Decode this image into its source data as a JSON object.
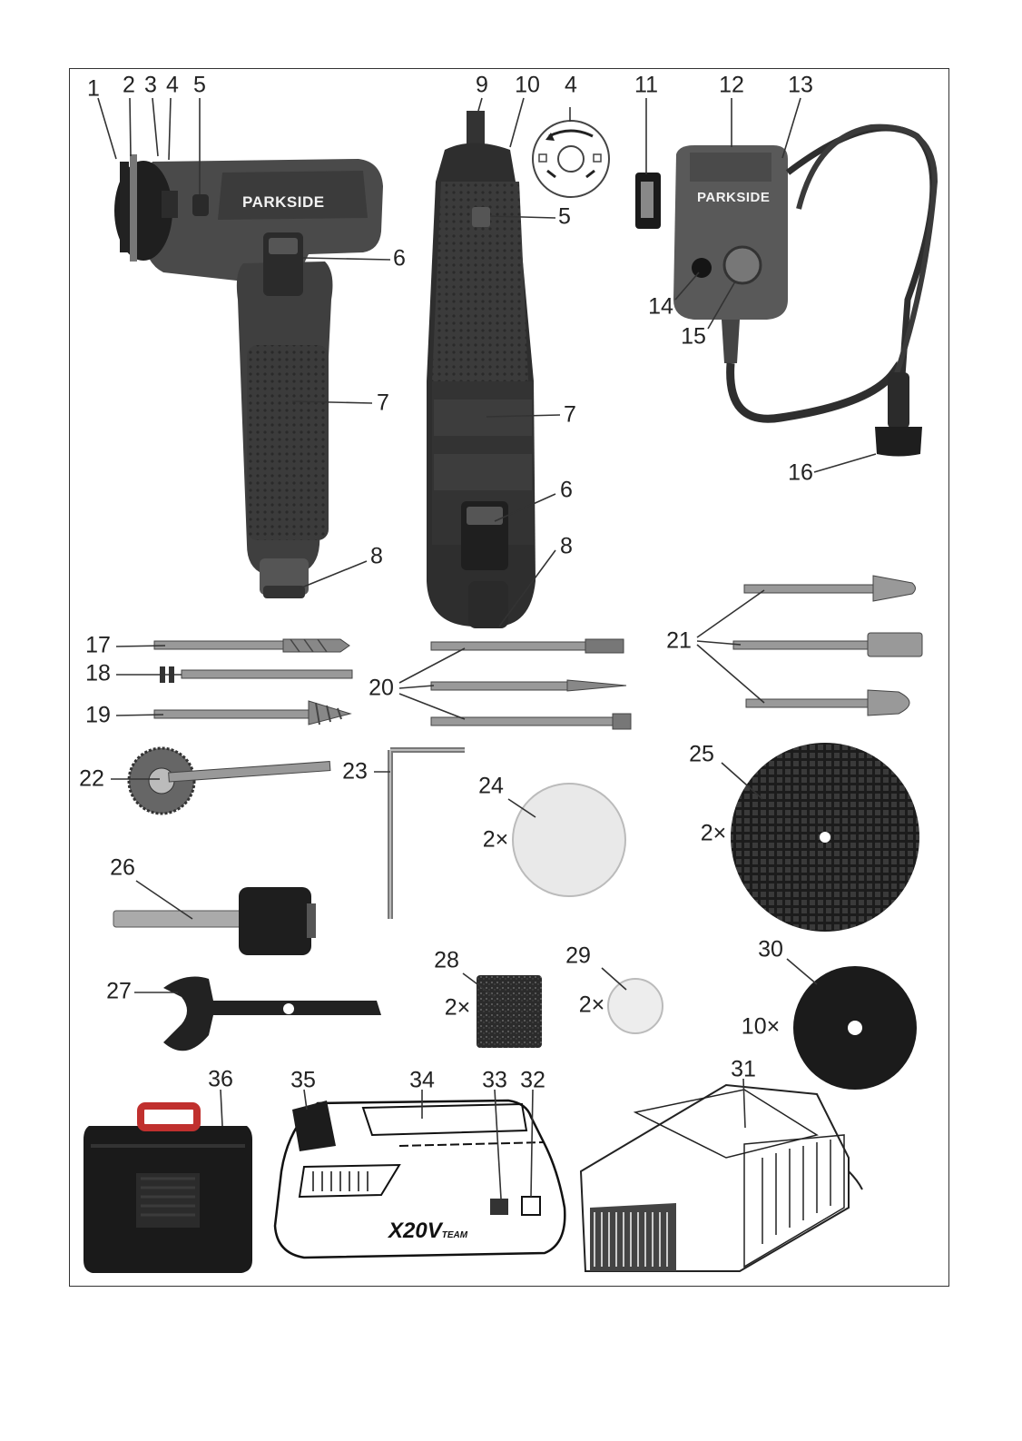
{
  "brand": "PARKSIDE",
  "battery_logo_main": "X20V",
  "battery_logo_sub": "TEAM",
  "labels": [
    {
      "id": "l1",
      "text": "1"
    },
    {
      "id": "l2",
      "text": "2"
    },
    {
      "id": "l3",
      "text": "3"
    },
    {
      "id": "l4a",
      "text": "4"
    },
    {
      "id": "l5a",
      "text": "5"
    },
    {
      "id": "l6a",
      "text": "6"
    },
    {
      "id": "l7a",
      "text": "7"
    },
    {
      "id": "l8a",
      "text": "8"
    },
    {
      "id": "l9",
      "text": "9"
    },
    {
      "id": "l10",
      "text": "10"
    },
    {
      "id": "l4b",
      "text": "4"
    },
    {
      "id": "l5b",
      "text": "5"
    },
    {
      "id": "l7b",
      "text": "7"
    },
    {
      "id": "l6b",
      "text": "6"
    },
    {
      "id": "l8b",
      "text": "8"
    },
    {
      "id": "l11",
      "text": "11"
    },
    {
      "id": "l12",
      "text": "12"
    },
    {
      "id": "l13",
      "text": "13"
    },
    {
      "id": "l14",
      "text": "14"
    },
    {
      "id": "l15",
      "text": "15"
    },
    {
      "id": "l16",
      "text": "16"
    },
    {
      "id": "l17",
      "text": "17"
    },
    {
      "id": "l18",
      "text": "18"
    },
    {
      "id": "l19",
      "text": "19"
    },
    {
      "id": "l20",
      "text": "20"
    },
    {
      "id": "l21",
      "text": "21"
    },
    {
      "id": "l22",
      "text": "22"
    },
    {
      "id": "l23",
      "text": "23"
    },
    {
      "id": "l24",
      "text": "24"
    },
    {
      "id": "l25",
      "text": "25"
    },
    {
      "id": "l26",
      "text": "26"
    },
    {
      "id": "l27",
      "text": "27"
    },
    {
      "id": "l28",
      "text": "28"
    },
    {
      "id": "l29",
      "text": "29"
    },
    {
      "id": "l30",
      "text": "30"
    },
    {
      "id": "l31",
      "text": "31"
    },
    {
      "id": "l32",
      "text": "32"
    },
    {
      "id": "l33",
      "text": "33"
    },
    {
      "id": "l34",
      "text": "34"
    },
    {
      "id": "l35",
      "text": "35"
    },
    {
      "id": "l36",
      "text": "36"
    }
  ],
  "quantities": [
    {
      "id": "q24",
      "text": "2×"
    },
    {
      "id": "q25",
      "text": "2×"
    },
    {
      "id": "q28",
      "text": "2×"
    },
    {
      "id": "q29",
      "text": "2×"
    },
    {
      "id": "q30",
      "text": "10×"
    }
  ]
}
